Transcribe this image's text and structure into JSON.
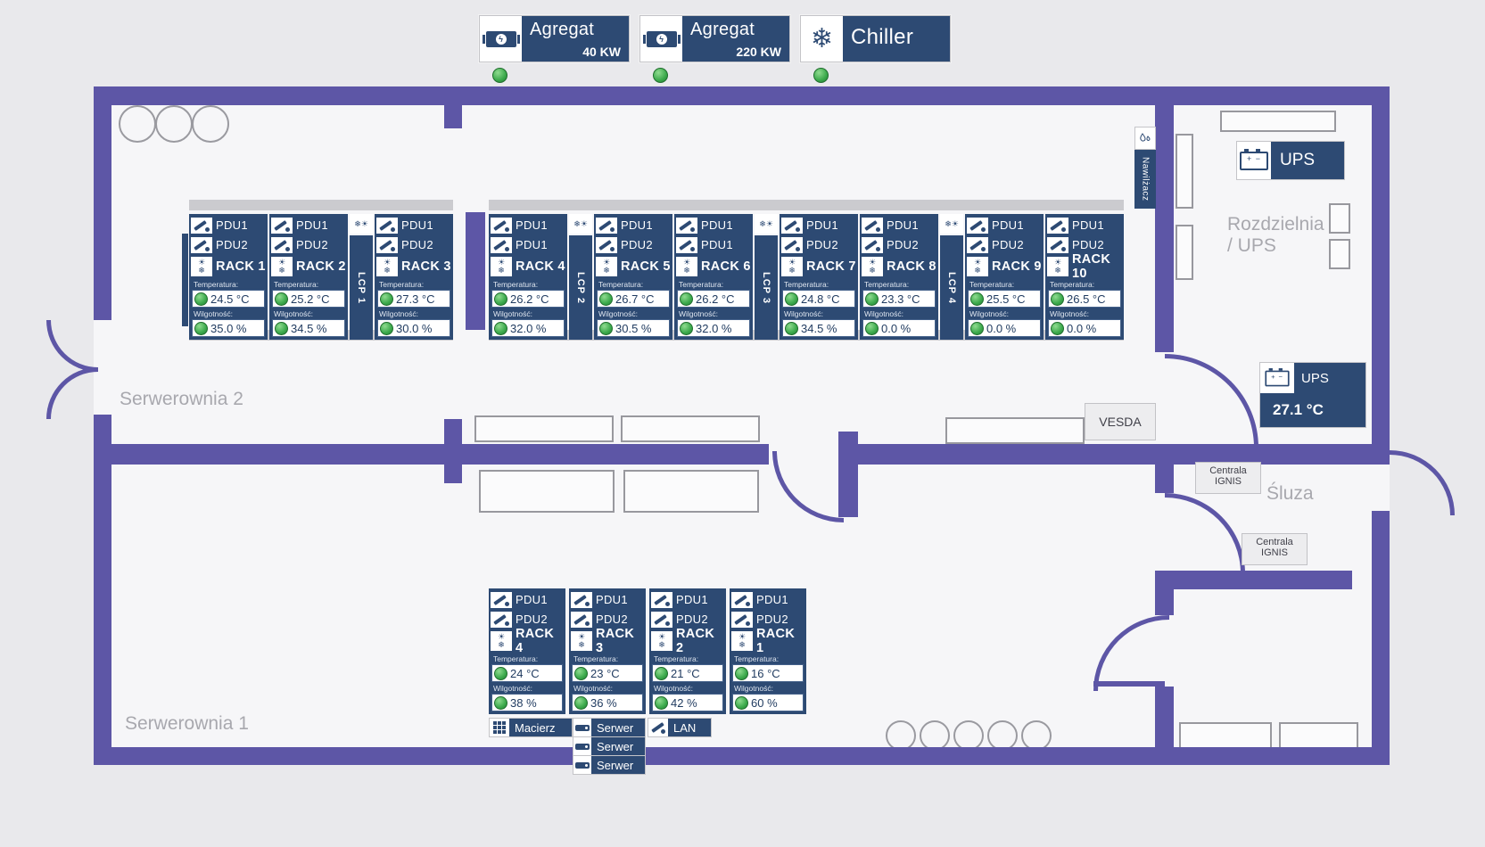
{
  "colors": {
    "wall": "#5d56a6",
    "panel_navy": "#2d4a73",
    "status_ok_green": "#3ba94b",
    "room_label_gray": "#a8a8ae"
  },
  "top_units": {
    "agregat_small": {
      "label": "Agregat",
      "power": "40 KW"
    },
    "agregat_large": {
      "label": "Agregat",
      "power": "220 KW"
    },
    "chiller": {
      "label": "Chiller"
    }
  },
  "room_labels": {
    "serwerownia2": "Serwerownia 2",
    "serwerownia1": "Serwerownia 1",
    "rozdzielnia_line1": "Rozdzielnia",
    "rozdzielnia_line2": "/ UPS",
    "sluza": "Śluza"
  },
  "field_labels": {
    "temperature": "Temperatura:",
    "humidity": "Wilgotność:"
  },
  "devices": {
    "vesda": "VESDA",
    "centrala_ignis_line1": "Centrala",
    "centrala_ignis_line2": "IGNIS",
    "nawilzacz": "Nawilżacz",
    "ups_rozdzielnia": "UPS",
    "ups_main_label": "UPS",
    "ups_main_temperature": "27.1 °C",
    "macierz": "Macierz",
    "serwer": "Serwer",
    "lan": "LAN"
  },
  "lcp_units": [
    "LCP 1",
    "LCP 2",
    "LCP 3",
    "LCP 4"
  ],
  "serwerownia2_racks": [
    {
      "pdu_top": "PDU1",
      "pdu_bottom": "PDU2",
      "name": "RACK 1",
      "temperature": "24.5 °C",
      "humidity": "35.0 %"
    },
    {
      "pdu_top": "PDU1",
      "pdu_bottom": "PDU2",
      "name": "RACK 2",
      "temperature": "25.2 °C",
      "humidity": "34.5 %"
    },
    {
      "pdu_top": "PDU1",
      "pdu_bottom": "PDU2",
      "name": "RACK 3",
      "temperature": "27.3 °C",
      "humidity": "30.0 %"
    },
    {
      "pdu_top": "PDU1",
      "pdu_bottom": "PDU1",
      "name": "RACK 4",
      "temperature": "26.2 °C",
      "humidity": "32.0 %"
    },
    {
      "pdu_top": "PDU1",
      "pdu_bottom": "PDU2",
      "name": "RACK 5",
      "temperature": "26.7 °C",
      "humidity": "30.5 %"
    },
    {
      "pdu_top": "PDU1",
      "pdu_bottom": "PDU1",
      "name": "RACK 6",
      "temperature": "26.2 °C",
      "humidity": "32.0 %"
    },
    {
      "pdu_top": "PDU1",
      "pdu_bottom": "PDU2",
      "name": "RACK 7",
      "temperature": "24.8 °C",
      "humidity": "34.5 %"
    },
    {
      "pdu_top": "PDU1",
      "pdu_bottom": "PDU2",
      "name": "RACK 8",
      "temperature": "23.3 °C",
      "humidity": "0.0 %"
    },
    {
      "pdu_top": "PDU1",
      "pdu_bottom": "PDU2",
      "name": "RACK 9",
      "temperature": "25.5 °C",
      "humidity": "0.0 %"
    },
    {
      "pdu_top": "PDU1",
      "pdu_bottom": "PDU2",
      "name": "RACK 10",
      "temperature": "26.5 °C",
      "humidity": "0.0 %"
    }
  ],
  "serwerownia1_racks": [
    {
      "pdu_top": "PDU1",
      "pdu_bottom": "PDU2",
      "name": "RACK 4",
      "temperature": "24 °C",
      "humidity": "38 %"
    },
    {
      "pdu_top": "PDU1",
      "pdu_bottom": "PDU2",
      "name": "RACK 3",
      "temperature": "23 °C",
      "humidity": "36 %"
    },
    {
      "pdu_top": "PDU1",
      "pdu_bottom": "PDU2",
      "name": "RACK 2",
      "temperature": "21 °C",
      "humidity": "42 %"
    },
    {
      "pdu_top": "PDU1",
      "pdu_bottom": "PDU2",
      "name": "RACK 1",
      "temperature": "16 °C",
      "humidity": "60 %"
    }
  ]
}
